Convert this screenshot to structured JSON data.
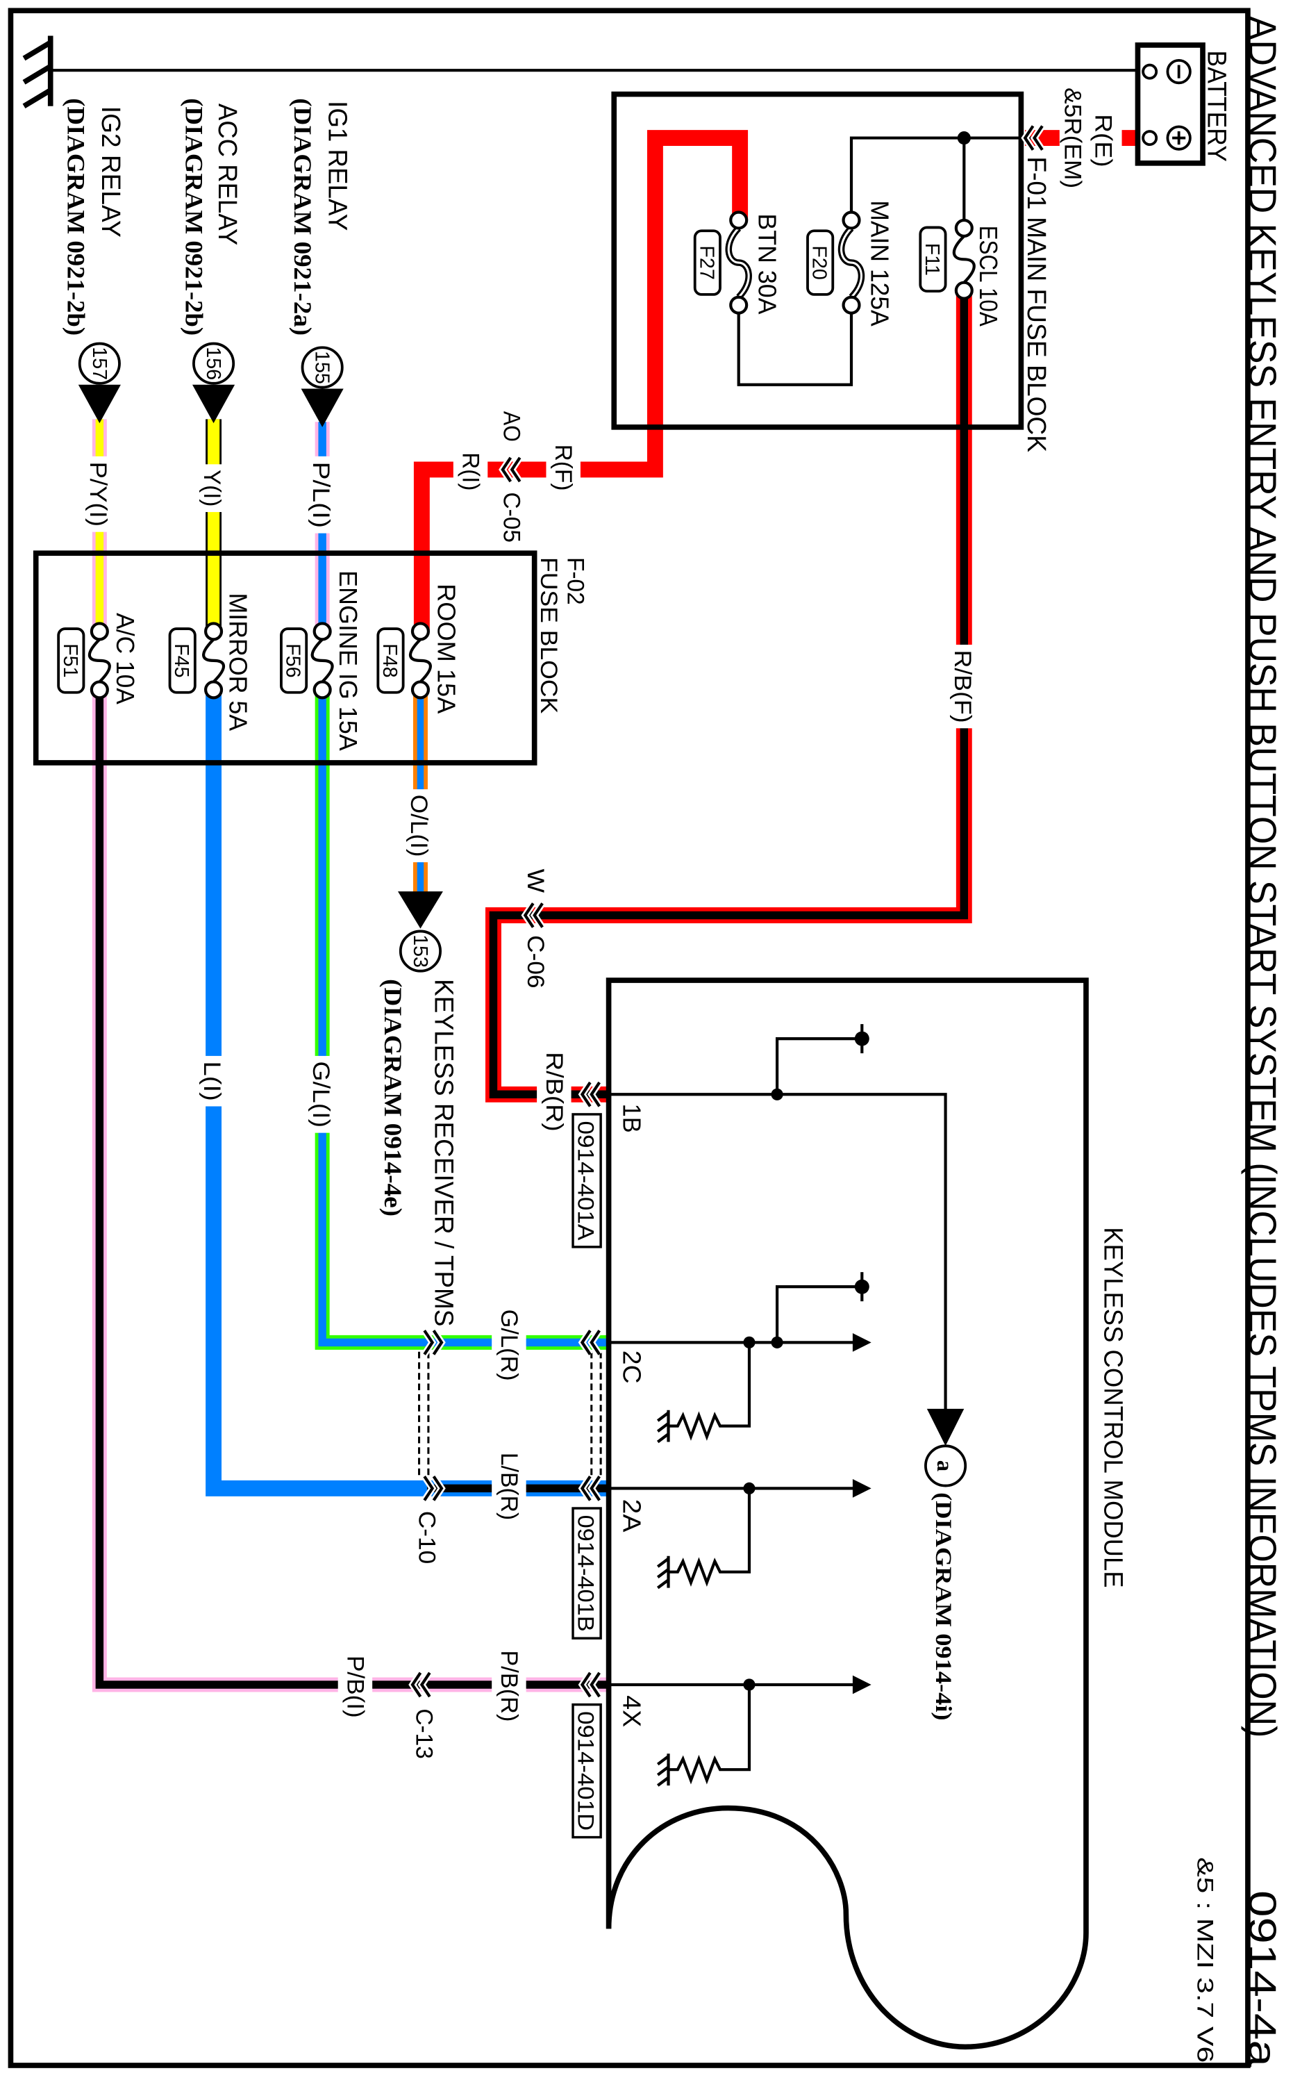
{
  "title": "ADVANCED KEYLESS ENTRY AND PUSH BUTTON START SYSTEM (INCLUDES TPMS INFORMATION)",
  "page_id": "0914-4a",
  "note": "&5 : MZI 3.7 V6",
  "battery": {
    "label": "BATTERY",
    "wire_code": "R(E)",
    "wire_code_alt": "&5R(EM)"
  },
  "main_fuse_block": {
    "label": "F-01  MAIN FUSE BLOCK",
    "fuses": [
      {
        "name": "ESCL 10A",
        "id": "F11"
      },
      {
        "name": "MAIN 125A",
        "id": "F20"
      },
      {
        "name": "BTN 30A",
        "id": "F27"
      }
    ]
  },
  "fuse_block": {
    "id": "F-02",
    "label": "FUSE BLOCK",
    "fuses": [
      {
        "name": "ROOM 15A",
        "id": "F48"
      },
      {
        "name": "ENGINE IG 15A",
        "id": "F56"
      },
      {
        "name": "MIRROR 5A",
        "id": "F45"
      },
      {
        "name": "A/C 10A",
        "id": "F51"
      }
    ]
  },
  "relays": [
    {
      "name": "IG1 RELAY",
      "ref": "(DIAGRAM 0921-2a)",
      "num": "155",
      "wire": "P/L(I)"
    },
    {
      "name": "ACC RELAY",
      "ref": "(DIAGRAM 0921-2b)",
      "num": "156",
      "wire": "Y(I)"
    },
    {
      "name": "IG2 RELAY",
      "ref": "(DIAGRAM 0921-2b)",
      "num": "157",
      "wire": "P/Y(I)"
    }
  ],
  "connectors": {
    "c05": {
      "id": "C-05",
      "code": "AO",
      "wire_in": "R(F)",
      "wire_out": "R(I)"
    },
    "c06": {
      "id": "C-06",
      "code": "W",
      "wire_in": "R/B(F)",
      "wire_out": "R/B(R)"
    },
    "c10": {
      "id": "C-10",
      "wire_g_in": "G/L(I)",
      "wire_g_out": "G/L(R)",
      "wire_l_in": "L(I)",
      "wire_l_out": "L/B(R)"
    },
    "c13": {
      "id": "C-13",
      "wire_in": "P/B(I)",
      "wire_out": "P/B(R)"
    }
  },
  "keyless_receiver": {
    "num": "153",
    "label": "KEYLESS RECEIVER / TPMS",
    "ref": "(DIAGRAM 0914-4e)",
    "wire": "O/L(I)"
  },
  "module": {
    "label": "KEYLESS CONTROL MODULE",
    "ref_num": "a",
    "ref": "(DIAGRAM 0914-4i)",
    "pins": [
      {
        "pin": "1B",
        "connector": "0914-401A"
      },
      {
        "pin": "2C"
      },
      {
        "pin": "2A",
        "connector": "0914-401B"
      },
      {
        "pin": "4X",
        "connector": "0914-401D"
      }
    ]
  },
  "colors": {
    "red": "#ff0000",
    "black": "#000000",
    "blue": "#0080ff",
    "green": "#33ff00",
    "yellow": "#ffff00",
    "pink": "#ffb4e6",
    "orange": "#ff8000"
  }
}
